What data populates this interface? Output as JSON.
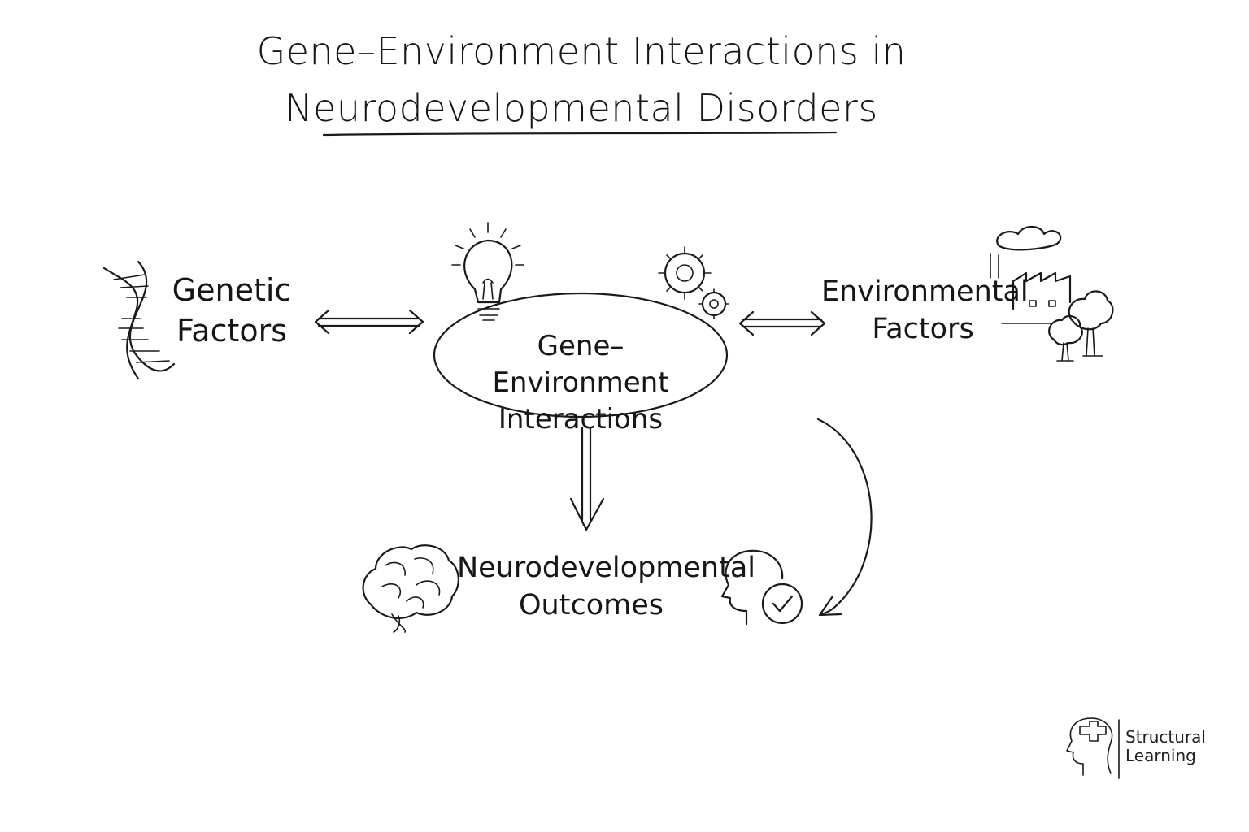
{
  "title": {
    "line1": "Gene–Environment Interactions in",
    "line2": "Neurodevelopmental Disorders"
  },
  "nodes": {
    "genetic": {
      "line1": "Genetic",
      "line2": "Factors"
    },
    "interaction": {
      "line1": "Gene–Environment",
      "line2": "Interactions"
    },
    "environmental": {
      "line1": "Environmental",
      "line2": "Factors"
    },
    "outcomes": {
      "line1": "Neurodevelopmental",
      "line2": "Outcomes"
    }
  },
  "logo": {
    "line1": "Structural",
    "line2": "Learning"
  },
  "icons": [
    "dna-icon",
    "lightbulb-icon",
    "gears-icon",
    "factory-icon",
    "trees-icon",
    "brain-icon",
    "head-check-icon",
    "logo-head-icon"
  ],
  "colors": {
    "ink": "#1a1a1a",
    "background": "#ffffff"
  }
}
